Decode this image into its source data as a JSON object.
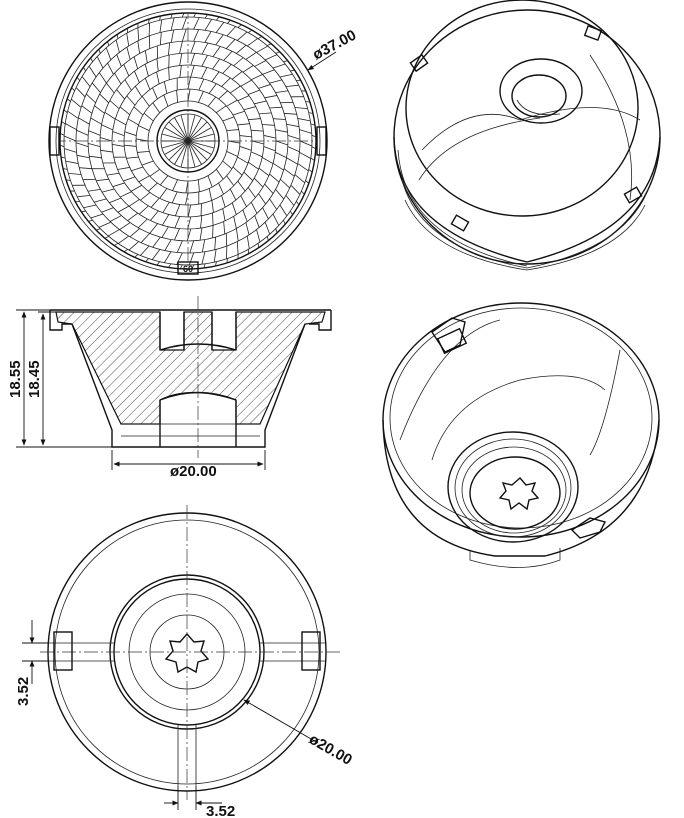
{
  "dimensions": {
    "top_diameter": "ø37.00",
    "lens_mark": "60",
    "height_outer": "18.55",
    "height_inner": "18.45",
    "base_diameter": "ø20.00",
    "bottom_diameter": "ø20.00",
    "slot_width_vertical": "3.52",
    "slot_width_horizontal": "3.52"
  }
}
